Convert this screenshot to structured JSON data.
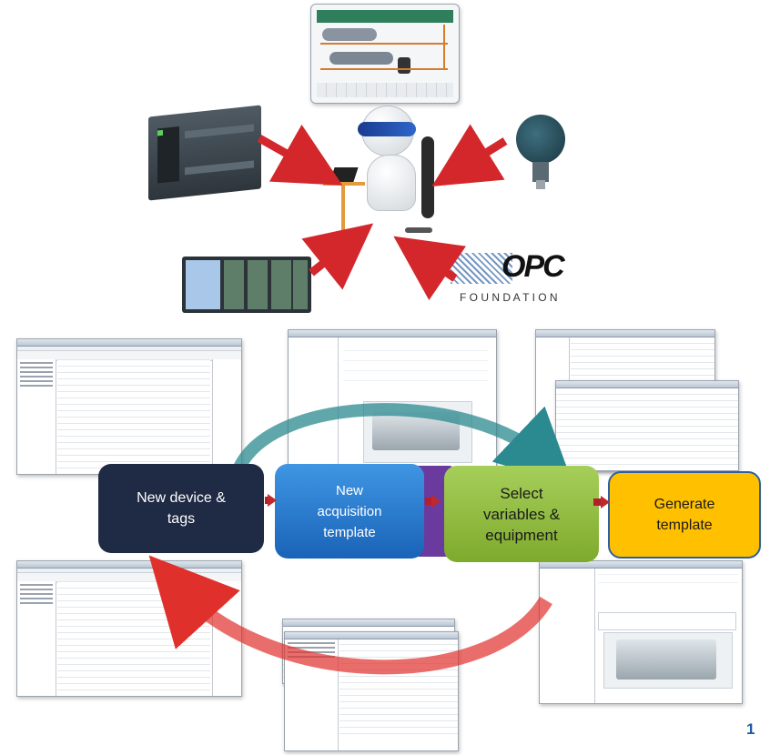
{
  "diagram": {
    "center_figure": "engineer-at-laptop",
    "inputs": [
      {
        "name": "scada-hmi-screen"
      },
      {
        "name": "plc-controller"
      },
      {
        "name": "pressure-transmitter"
      },
      {
        "name": "io-module-rack"
      },
      {
        "name": "opc-foundation-logo"
      }
    ],
    "opc_logo": {
      "mark": "OPC",
      "word": "F O U N D A T I O N"
    },
    "flow_steps": [
      {
        "label_line1": "New device &",
        "label_line2": "tags",
        "color": "#1f2a44"
      },
      {
        "label_line1": "New",
        "label_line2": "acquisition",
        "label_line3": "template",
        "color": "#1f78c8"
      },
      {
        "label_line1": "Select",
        "label_line2": "variables &",
        "label_line3": "equipment",
        "color": "#8dbd3a"
      },
      {
        "label_line1": "Generate",
        "label_line2": "template",
        "color": "#ffc000"
      }
    ],
    "cycle_arrow_color": "#e0302c",
    "return_arrow_color": "#2b8a8f"
  },
  "page_number": "1",
  "colors": {
    "page_number": "#1f5aa6",
    "arrow_red": "#d3272b"
  }
}
